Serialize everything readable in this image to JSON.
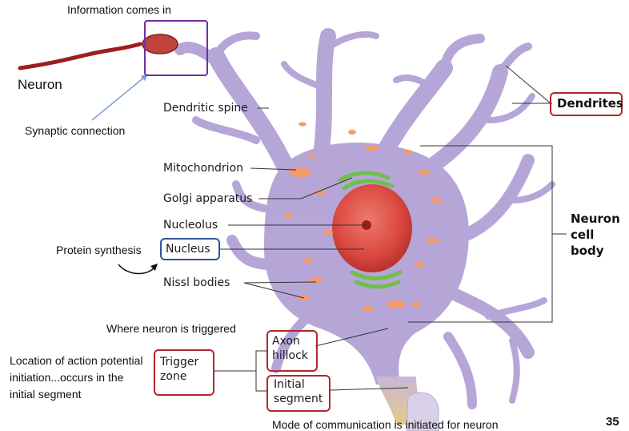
{
  "annotations": {
    "info_comes_in": "Information comes in",
    "neuron": "Neuron",
    "synaptic_connection": "Synaptic connection",
    "protein_synthesis": "Protein synthesis",
    "where_triggered": "Where neuron is triggered",
    "action_potential": "Location of action potential initiation...occurs in the initial segment",
    "mode_of_communication": "Mode of communication is initiated for neuron",
    "slide_number": "35"
  },
  "labels": {
    "dendritic_spine": "Dendritic spine",
    "dendrites": "Dendrites",
    "mitochondrion": "Mitochondrion",
    "golgi_apparatus": "Golgi apparatus",
    "nucleolus": "Nucleolus",
    "nucleus": "Nucleus",
    "nissl_bodies": "Nissl bodies",
    "cell_body_line1": "Neuron",
    "cell_body_line2": "cell",
    "cell_body_line3": "body",
    "axon_line1": "Axon",
    "axon_line2": "hillock",
    "trigger_line1": "Trigger",
    "trigger_line2": "zone",
    "initial_line1": "Initial",
    "initial_line2": "segment"
  },
  "colors": {
    "cell": "#b6a6d8",
    "nucleus": "#d9473f",
    "golgi": "#6fbf4a",
    "organelle": "#f29a6b",
    "box_red": "#b3262b",
    "box_blue": "#2f5597",
    "box_purple": "#7030a0"
  }
}
